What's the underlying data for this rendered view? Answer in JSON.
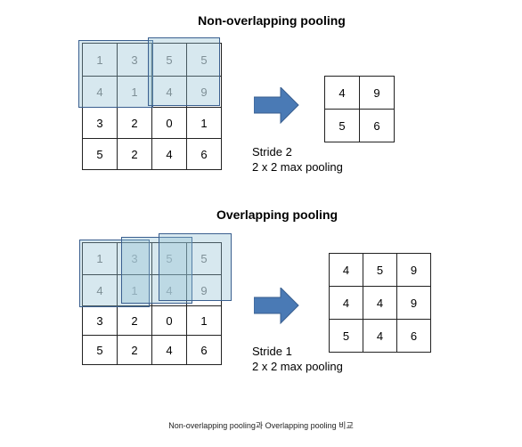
{
  "top": {
    "title": "Non-overlapping pooling",
    "input": [
      [
        1,
        3,
        5,
        5
      ],
      [
        4,
        1,
        4,
        9
      ],
      [
        3,
        2,
        0,
        1
      ],
      [
        5,
        2,
        4,
        6
      ]
    ],
    "output": [
      [
        4,
        9
      ],
      [
        5,
        6
      ]
    ],
    "caption_line1": "Stride 2",
    "caption_line2": "2 x 2 max pooling"
  },
  "bottom": {
    "title": "Overlapping pooling",
    "input": [
      [
        1,
        3,
        5,
        5
      ],
      [
        4,
        1,
        4,
        9
      ],
      [
        3,
        2,
        0,
        1
      ],
      [
        5,
        2,
        4,
        6
      ]
    ],
    "output": [
      [
        4,
        5,
        9
      ],
      [
        4,
        4,
        9
      ],
      [
        5,
        4,
        6
      ]
    ],
    "caption_line1": "Stride 1",
    "caption_line2": "2 x 2 max pooling"
  },
  "footer": "Non-overlapping pooling과 Overlapping pooling 비교",
  "colors": {
    "overlay_border": "#3a5f8f",
    "overlay_fill": "#8cbed2",
    "arrow": "#4a7ab5"
  },
  "icons": {
    "arrow": "right-arrow-icon"
  }
}
